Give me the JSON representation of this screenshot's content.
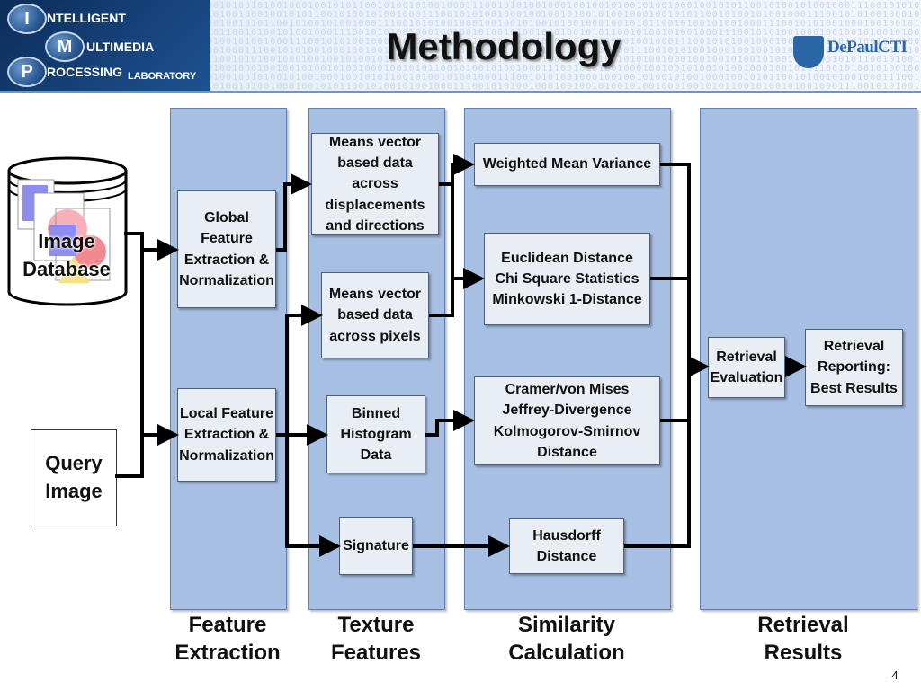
{
  "logo": {
    "letters": [
      "I",
      "M",
      "P"
    ],
    "words": [
      "NTELLIGENT",
      "ULTIMEDIA",
      "ROCESSING"
    ],
    "lab": "LABORATORY"
  },
  "header": {
    "title": "Methodology",
    "brand": "DePaulCTI",
    "binary_pattern": "0010100101001000100101011001010010100100011100101010010001001"
  },
  "sources": {
    "image_database": "Image\nDatabase",
    "query_image": "Query\nImage"
  },
  "columns": {
    "feature_extraction": "Feature\nExtraction",
    "texture_features": "Texture\nFeatures",
    "similarity_calculation": "Similarity\nCalculation",
    "retrieval_results": "Retrieval\nResults"
  },
  "feature_boxes": {
    "global": "Global\nFeature\nExtraction &\nNormalization",
    "local": "Local Feature\nExtraction &\nNormalization"
  },
  "texture_boxes": {
    "means_displacements": "Means vector\nbased data across\ndisplacements\nand directions",
    "means_pixels": "Means vector\nbased data\nacross pixels",
    "binned_histogram": "Binned\nHistogram\nData",
    "signature": "Signature"
  },
  "similarity_boxes": {
    "weighted_mean_variance": "Weighted Mean Variance",
    "distances_1": "Euclidean Distance\nChi Square Statistics\nMinkowski 1-Distance",
    "distances_2": "Cramer/von Mises\nJeffrey-Divergence\nKolmogorov-Smirnov\nDistance",
    "hausdorff": "Hausdorff\nDistance"
  },
  "retrieval_boxes": {
    "evaluation": "Retrieval\nEvaluation",
    "reporting": "Retrieval\nReporting:\nBest Results"
  },
  "page_number": "4",
  "colors": {
    "column_fill": "#a6bfe2",
    "box_fill": "#e9edf4",
    "header_band": "#dfe9f5",
    "logo_navy": "#0b2c58",
    "brand_blue": "#2a65a6",
    "arrow": "#000000"
  }
}
